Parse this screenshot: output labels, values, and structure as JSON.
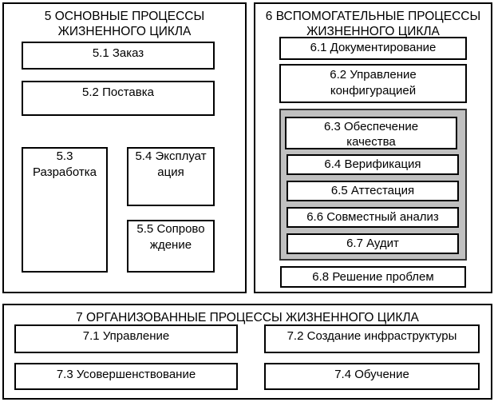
{
  "group5": {
    "title": "5 ОСНОВНЫЕ ПРОЦЕССЫ ЖИЗНЕННОГО ЦИКЛА",
    "items": [
      "5.1 Заказ",
      "5.2 Поставка",
      "5.3 Разработка",
      "5.4 Эксплуатация",
      "5.5 Сопровождение"
    ]
  },
  "group6": {
    "title": "6 ВСПОМОГАТЕЛЬНЫЕ ПРОЦЕССЫ ЖИЗНЕННОГО ЦИКЛА",
    "items": [
      "6.1 Документирование",
      "6.2 Управление конфигурацией",
      "6.3 Обеспечение качества",
      "6.4 Верификация",
      "6.5 Аттестация",
      "6.6 Совместный анализ",
      "6.7 Аудит",
      "6.8 Решение проблем"
    ]
  },
  "group7": {
    "title": "7 ОРГАНИЗОВАННЫЕ ПРОЦЕССЫ ЖИЗНЕННОГО ЦИКЛА",
    "items": [
      "7.1 Управление",
      "7.2 Создание инфраструктуры",
      "7.3 Усовершенствование",
      "7.4 Обучение"
    ]
  }
}
